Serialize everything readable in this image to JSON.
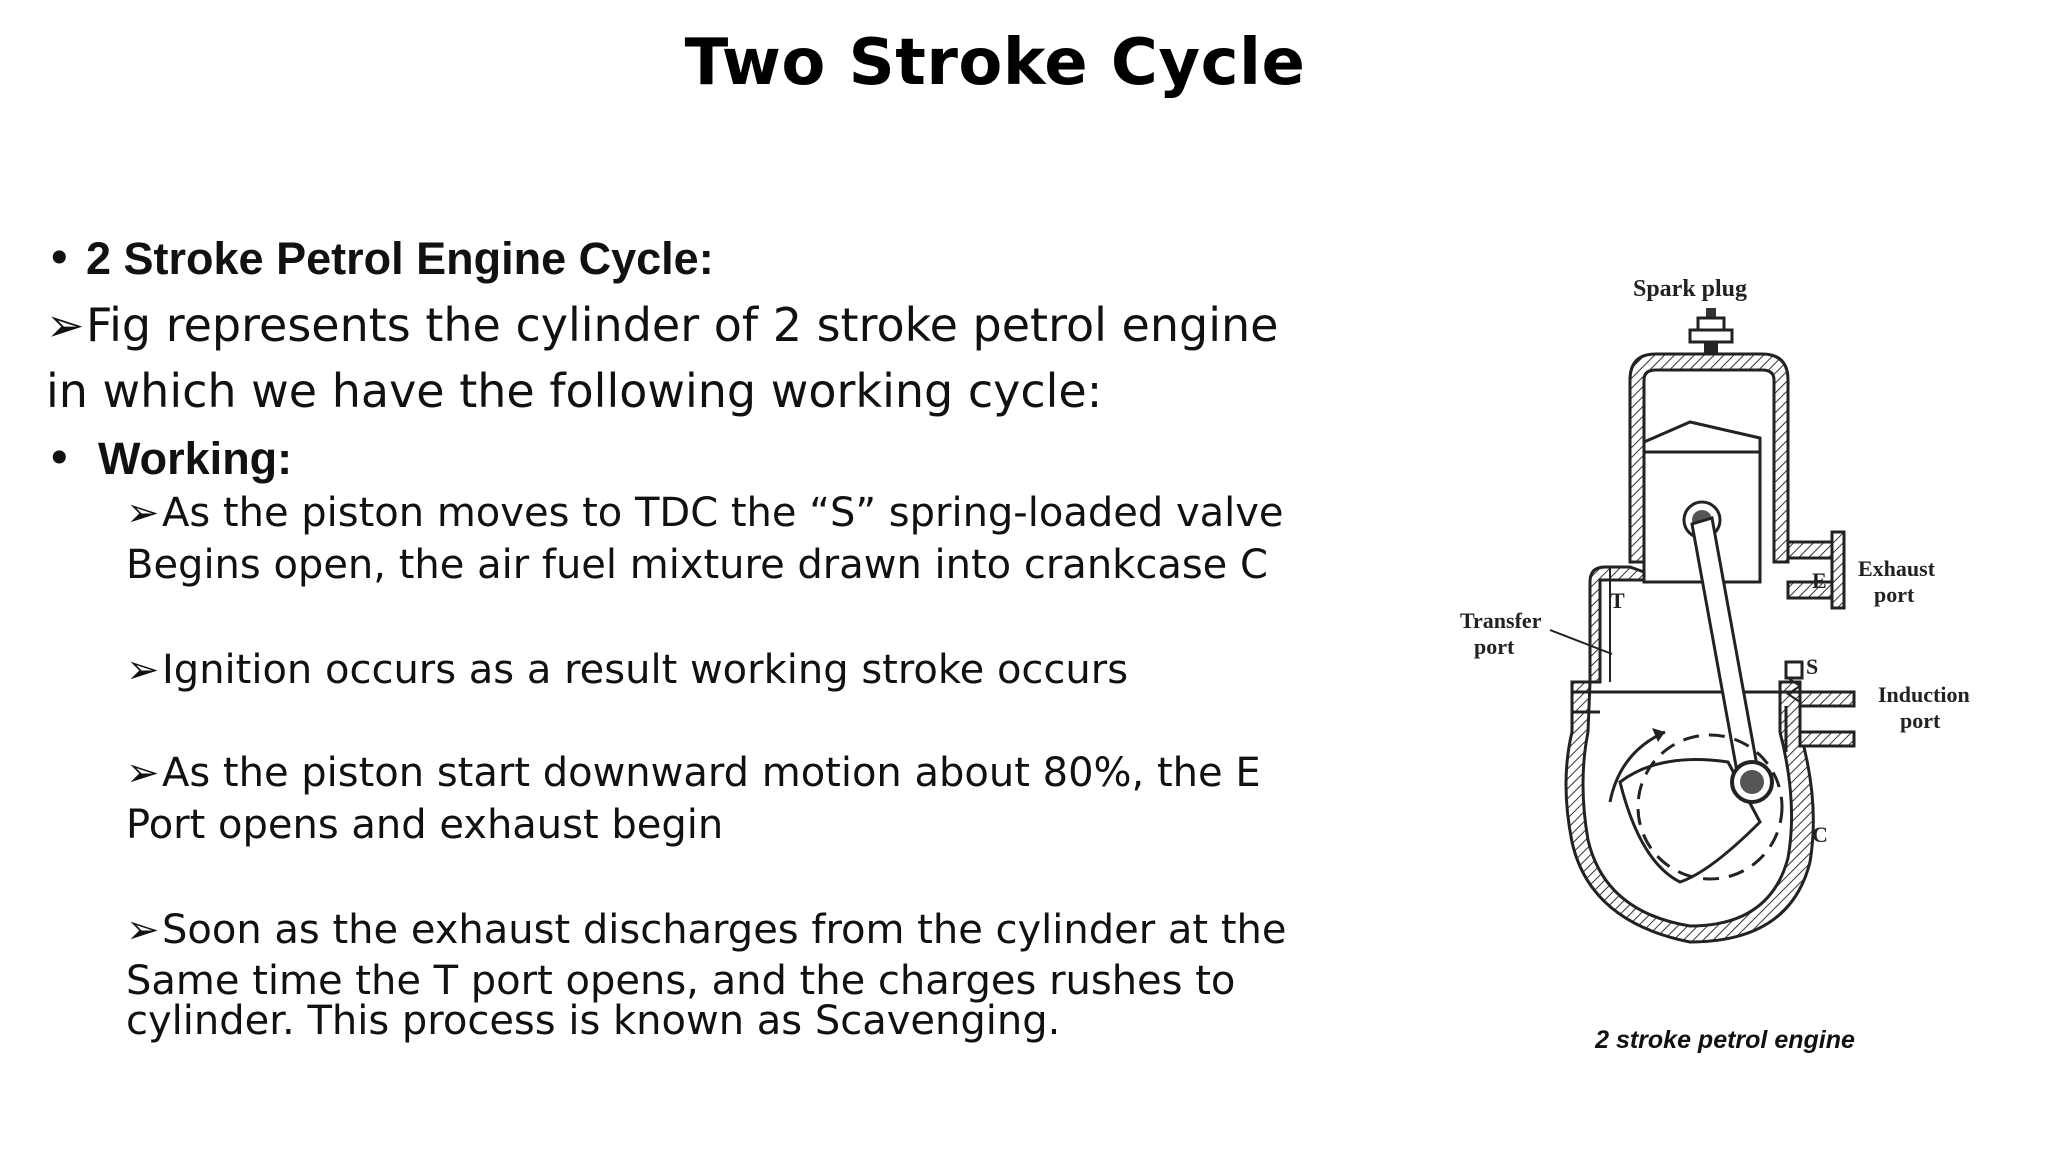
{
  "slide": {
    "title": "Two Stroke Cycle"
  },
  "content": {
    "heading_bullet": "•",
    "heading": "2 Stroke Petrol Engine Cycle:",
    "arrow": "➢",
    "intro_line1": "Fig represents the cylinder of 2 stroke petrol engine",
    "intro_line2": "in which we have the following working cycle:",
    "working_bullet": "•",
    "working_label": "Working:",
    "points": [
      {
        "line1": "As the piston moves to TDC the “S” spring-loaded valve",
        "line2": "Begins open, the air fuel mixture drawn into crankcase C"
      },
      {
        "line1": "Ignition occurs as a result working stroke occurs"
      },
      {
        "line1": "As the piston start downward motion about 80%, the E",
        "line2": "Port opens and exhaust begin"
      },
      {
        "line1": "Soon as the exhaust discharges from the cylinder at the",
        "line2": "Same time the T port opens, and the charges rushes to",
        "line3": "cylinder. This process is known as Scavenging."
      }
    ]
  },
  "figure": {
    "caption": "2 stroke petrol engine",
    "labels": {
      "spark_plug": "Spark plug",
      "exhaust_1": "Exhaust",
      "exhaust_2": "port",
      "transfer_1": "Transfer",
      "transfer_2": "port",
      "induction_1": "Induction",
      "induction_2": "port",
      "t": "T",
      "e": "E",
      "s": "S",
      "c": "C"
    }
  }
}
